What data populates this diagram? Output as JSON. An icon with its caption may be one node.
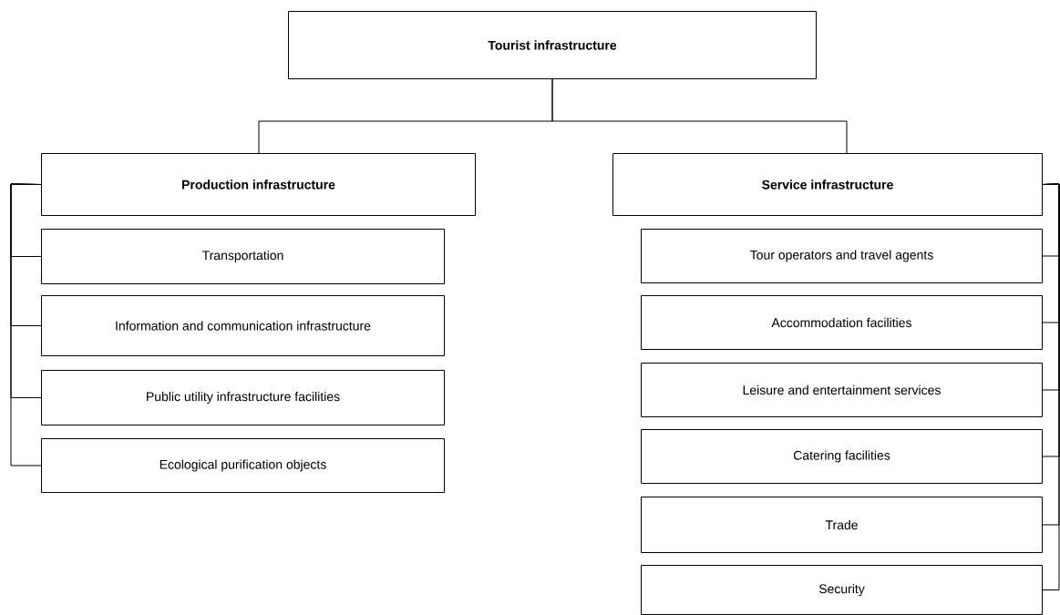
{
  "diagram": {
    "nodes": [
      {
        "text": [
          "Tourist infrastructure"
        ]
      },
      {
        "text": [
          "Production infrastructure"
        ]
      },
      {
        "text": [
          "Service infrastructure"
        ]
      },
      {
        "text": [
          "Transportation"
        ]
      },
      {
        "text": [
          "Information and communication infrastructure"
        ]
      },
      {
        "text": [
          "Public utility infrastructure facilities"
        ]
      },
      {
        "text": [
          "Ecological purification objects"
        ]
      },
      {
        "text": [
          "Tour operators and travel agents"
        ]
      },
      {
        "text": [
          "Accommodation facilities"
        ]
      },
      {
        "text": [
          "Leisure and entertainment services"
        ]
      },
      {
        "text": [
          "Catering facilities"
        ]
      },
      {
        "text": [
          "Trade"
        ]
      },
      {
        "text": [
          "Security"
        ]
      }
    ],
    "edges": [
      {
        "from": 0,
        "to": 1,
        "arrow": "none"
      },
      {
        "from": 0,
        "to": 2,
        "arrow": "none"
      },
      {
        "from": 1,
        "to": 3,
        "arrow": "none"
      },
      {
        "from": 1,
        "to": 4,
        "arrow": "none"
      },
      {
        "from": 1,
        "to": 5,
        "arrow": "none"
      },
      {
        "from": 1,
        "to": 6,
        "arrow": "none"
      },
      {
        "from": 2,
        "to": 7,
        "arrow": "none"
      },
      {
        "from": 2,
        "to": 8,
        "arrow": "none"
      },
      {
        "from": 2,
        "to": 9,
        "arrow": "none"
      },
      {
        "from": 2,
        "to": 10,
        "arrow": "none"
      },
      {
        "from": 2,
        "to": 11,
        "arrow": "none"
      },
      {
        "from": 2,
        "to": 12,
        "arrow": "none"
      }
    ]
  }
}
